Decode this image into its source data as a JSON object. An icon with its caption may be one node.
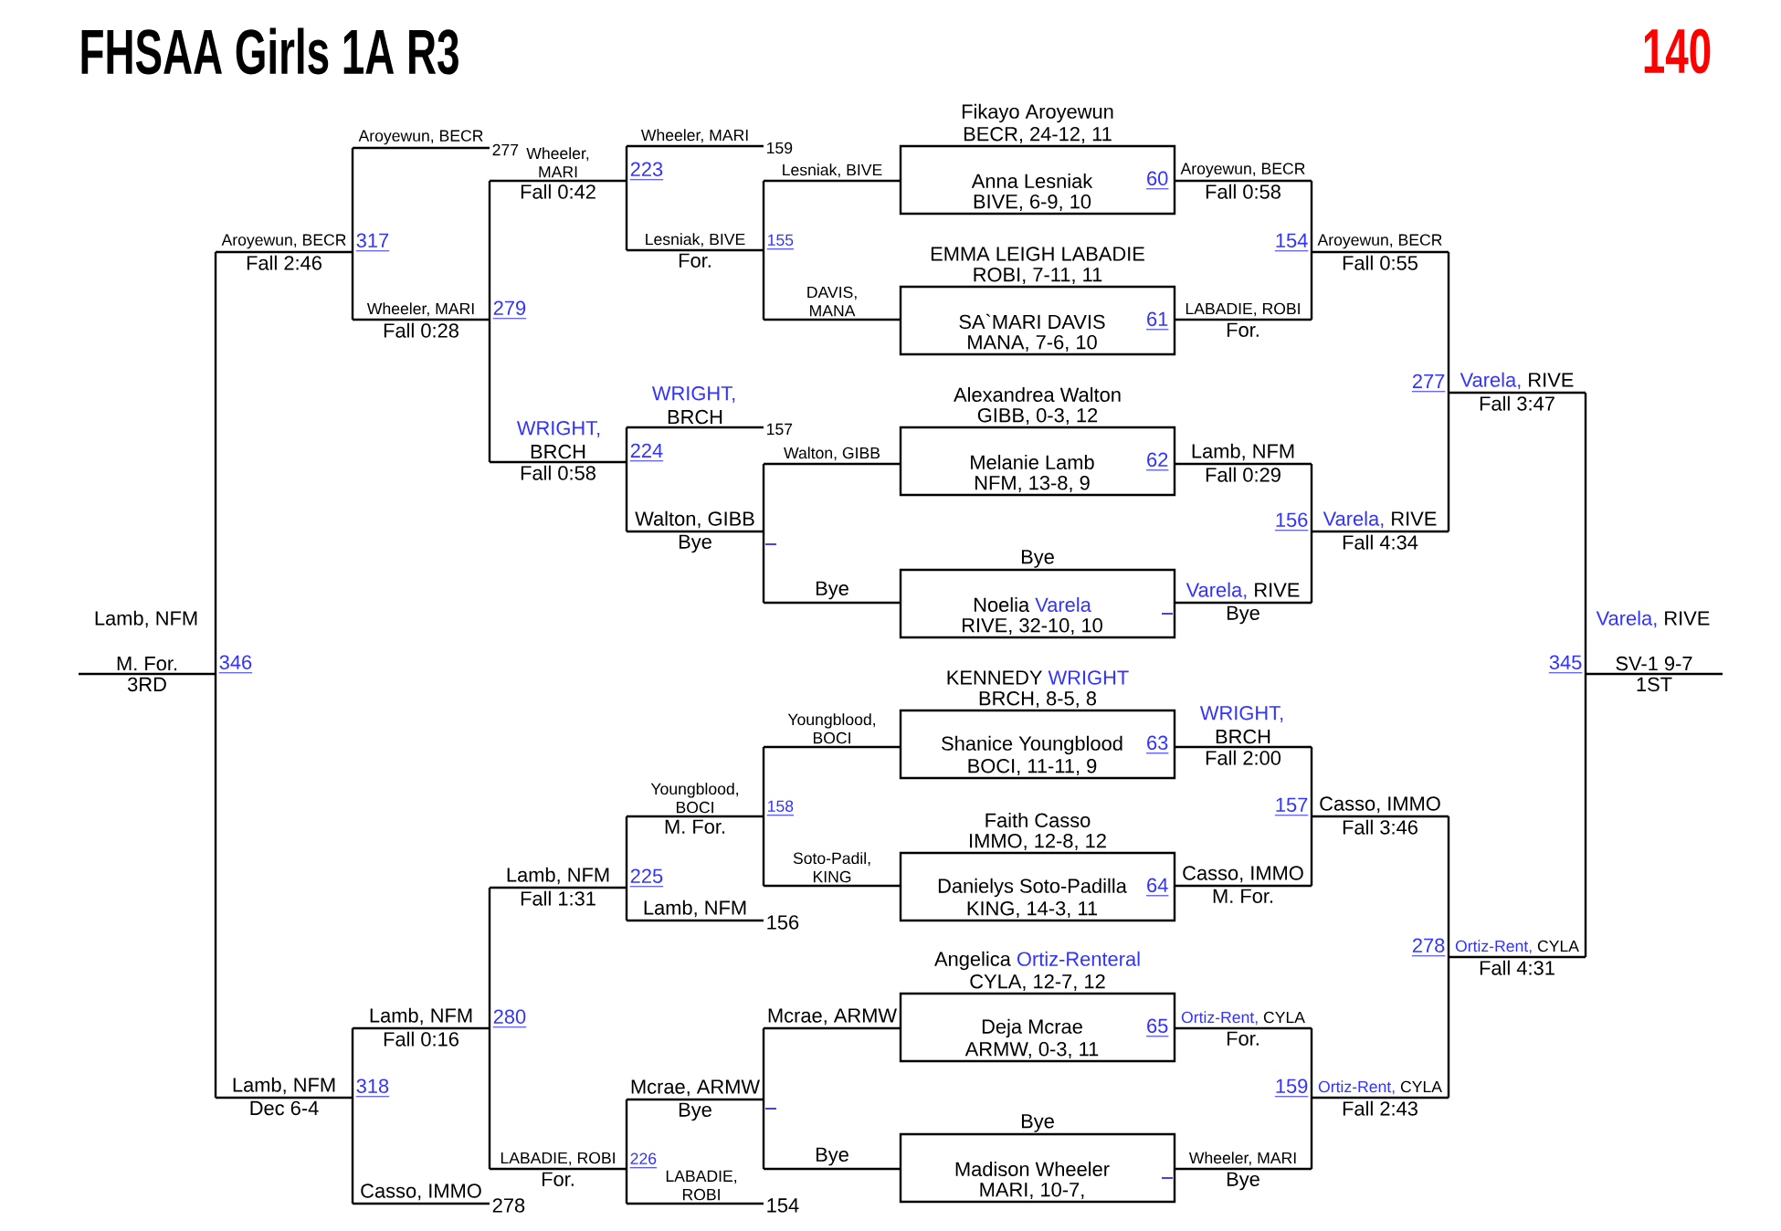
{
  "diagram": {
    "title": "FHSAA Girls 1A R3",
    "nodes": [
      {
        "text": [
          "Fikayo Aroyewun",
          "BECR, 24-12, 11",
          "Anna Lesniak",
          "BIVE, 6-9, 10",
          "60"
        ]
      },
      {
        "text": [
          "EMMA LEIGH LABADIE",
          "ROBI, 7-11, 11",
          "SA`MARI DAVIS",
          "MANA, 7-6, 10",
          "61"
        ]
      },
      {
        "text": [
          "Alexandrea Walton",
          "GIBB, 0-3, 12",
          "Melanie Lamb",
          "NFM, 13-8, 9",
          "62"
        ]
      },
      {
        "text": [
          "Bye",
          "Noelia",
          "Varela",
          "RIVE, 32-10, 10"
        ]
      },
      {
        "text": [
          "KENNEDY",
          "WRIGHT",
          "BRCH, 8-5, 8",
          "Shanice Youngblood",
          "BOCI, 11-11, 9",
          "63"
        ]
      },
      {
        "text": [
          "Faith Casso",
          "IMMO, 12-8, 12",
          "Danielys Soto-Padilla",
          "KING, 14-3, 11",
          "64"
        ]
      },
      {
        "text": [
          "Angelica",
          "Ortiz-Renteral",
          "CYLA, 12-7, 12",
          "Deja Mcrae",
          "ARMW, 0-3, 11",
          "65"
        ]
      },
      {
        "text": [
          "Bye",
          "Madison Wheeler",
          "MARI, 10-7,"
        ]
      }
    ],
    "labels": [
      "140",
      "Aroyewun, BECR",
      "277",
      "Wheeler, MARI",
      "Fall 0:28",
      "Aroyewun, BECR",
      "Fall 2:46",
      "Wheeler, MARI",
      "Fall 0:42",
      "WRIGHT,",
      "BRCH",
      "Fall 0:58",
      "Wheeler, MARI",
      "159",
      "Lesniak, BIVE",
      "For.",
      "WRIGHT,",
      "BRCH",
      "157",
      "Walton, GIBB",
      "Bye",
      "Lesniak, BIVE",
      "DAVIS, MANA",
      "Walton, GIBB",
      "Bye",
      "317",
      "279",
      "223",
      "155",
      "224",
      "Lamb, NFM",
      "M. For.",
      "3RD",
      "346",
      "Youngblood, BOCI",
      "Soto-Padil, KING",
      "Mcrae, ARMW",
      "Bye",
      "Youngblood, BOCI",
      "M. For.",
      "Lamb, NFM",
      "156",
      "Mcrae, ARMW",
      "Bye",
      "LABADIE, ROBI",
      "154",
      "Lamb, NFM",
      "Fall 1:31",
      "LABADIE, ROBI",
      "For.",
      "Lamb, NFM",
      "Fall 0:16",
      "Casso, IMMO",
      "278",
      "Lamb, NFM",
      "Dec 6-4",
      "158",
      "225",
      "226",
      "318",
      "280",
      "Aroyewun, BECR",
      "Fall 0:58",
      "LABADIE, ROBI",
      "For.",
      "Lamb, NFM",
      "Fall 0:29",
      "Varela,",
      "RIVE",
      "Bye",
      "Aroyewun, BECR",
      "Fall 0:55",
      "Varela,",
      "RIVE",
      "Fall 4:34",
      "Varela,",
      "RIVE",
      "Fall 3:47",
      "Varela,",
      "RIVE",
      "SV-1 9-7",
      "1ST",
      "154",
      "156",
      "277",
      "345",
      "WRIGHT,",
      "BRCH",
      "Fall 2:00",
      "Casso, IMMO",
      "M. For.",
      "Ortiz-Rent,",
      "CYLA",
      "For.",
      "Wheeler, MARI",
      "Bye",
      "Casso, IMMO",
      "Fall 3:46",
      "Ortiz-Rent,",
      "CYLA",
      "Fall 2:43",
      "Ortiz-Rent,",
      "CYLA",
      "Fall 4:31",
      "157",
      "159",
      "278"
    ]
  }
}
